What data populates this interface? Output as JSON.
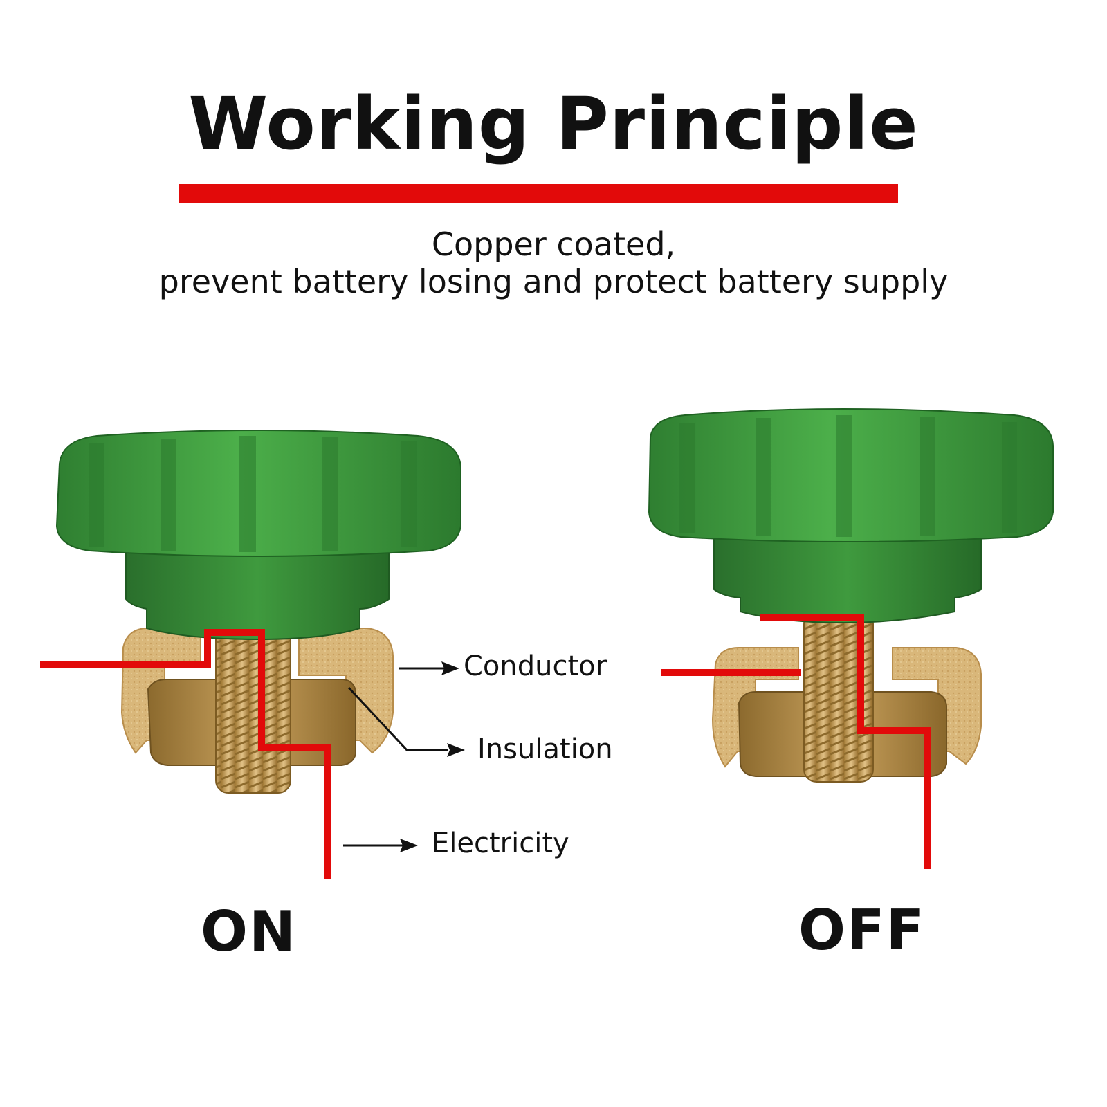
{
  "title": "Working Principle",
  "subtitle_line1": "Copper coated,",
  "subtitle_line2": "prevent battery losing and protect battery supply",
  "labels": {
    "conductor": "Conductor",
    "insulation": "Insulation",
    "electricity": "Electricity"
  },
  "states": {
    "on": "ON",
    "off": "OFF"
  },
  "colors": {
    "accent_red": "#e20a0a",
    "knob_green": "#3d9a3c",
    "brass": "#c9a25e"
  }
}
